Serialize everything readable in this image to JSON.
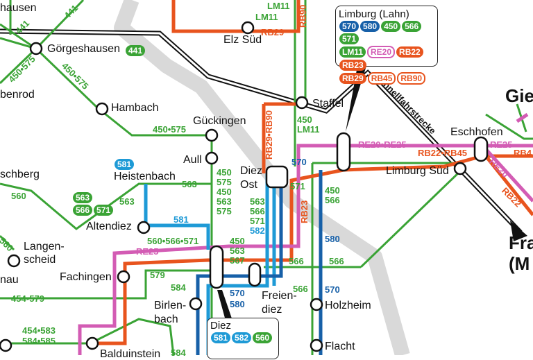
{
  "colors": {
    "regional_bus": "#3aa335",
    "city_bus": "#1e9ad6",
    "dark_bus": "#1760a8",
    "rb": "#e8541e",
    "re": "#d35cb4",
    "highspeed": "#111111",
    "background_corridor": "#d9d9d9"
  },
  "places": {
    "hausen": "hausen",
    "goergeshausen": "Görgeshausen",
    "benrod": "benrod",
    "hambach": "Hambach",
    "guckingen": "Gückingen",
    "aull": "Aull",
    "heistenbach": "Heistenbach",
    "schberg": "schberg",
    "altendiez": "Altendiez",
    "langenscheid_1": "Langen-",
    "langenscheid_2": "scheid",
    "nau": "nau",
    "fachingen": "Fachingen",
    "birlenbach_1": "Birlen-",
    "birlenbach_2": "bach",
    "freiendiez_1": "Freien-",
    "freiendiez_2": "diez",
    "holzheim": "Holzheim",
    "flacht": "Flacht",
    "balduinstein": "Balduinstein",
    "elz_sued": "Elz Süd",
    "staffel": "Staffel",
    "diez_ost_1": "Diez",
    "diez_ost_2": "Ost",
    "eschhofen": "Eschhofen",
    "limburg_sued": "Limburg Süd",
    "giessen_partial": "Gie",
    "frankfurt_partial_1": "Fra",
    "frankfurt_partial_2": "(M",
    "schnellfahrstrecke": "Schnellfahrstrecke"
  },
  "route_labels": {
    "r441_a": "441",
    "r441_b": "441",
    "r450_575_a": "450•575",
    "r450_575_b": "450•575",
    "r450_575_c": "450•575",
    "r441_badge": "441",
    "lm11_a": "LM11",
    "lm11_b": "LM11",
    "lm11_c": "LM11",
    "rb90_top": "RB90",
    "rb29_elz": "RB29",
    "rb29_rb90_vert": "RB29•RB90",
    "staffel_450": "450",
    "re20_re25": "RE20•RE25",
    "rb22_rb45": "RB22•RB45",
    "re25_east": "RE25",
    "rb4_east": "RB4",
    "re20_diag": "RE20",
    "rb22_diag": "RB22",
    "r563_heist": "563",
    "r563_left": "563",
    "r581_badge": "581",
    "r581_line": "581",
    "r560_566_571": "560•566•571",
    "r560_left": "560",
    "r560_diag": "560",
    "re25_west": "RE25",
    "r579": "579",
    "r584_a": "584",
    "r584_b": "584",
    "r454_579": "454•579",
    "r454_583": "454•583",
    "r584_585": "584•585",
    "r570_diez": "570",
    "r571_diez": "571",
    "rb23": "RB23",
    "r566_a": "566",
    "r566_b": "566",
    "r566_c": "566",
    "r570_580_fd_1": "570",
    "r570_580_fd_2": "580",
    "r580_right": "580",
    "r570_holz": "570"
  },
  "stacks": {
    "aull_stack": [
      "450",
      "575",
      "450",
      "563",
      "575"
    ],
    "diez_ost_stack": [
      "563",
      "566",
      "571",
      "582"
    ],
    "staffel_stack": [
      "450",
      "LM11"
    ],
    "diez_right_stack": [
      "450",
      "566"
    ],
    "diez_sw_stack": [
      "450",
      "563",
      "567"
    ],
    "altendiez_stack": [
      "563",
      "566",
      "571"
    ]
  },
  "limburg_box": {
    "title": "Limburg (Lahn)",
    "badges": [
      {
        "text": "570",
        "style": "db"
      },
      {
        "text": "580",
        "style": "db"
      },
      {
        "text": "450",
        "style": "g"
      },
      {
        "text": "566",
        "style": "g"
      },
      {
        "text": "571",
        "style": "g"
      },
      {
        "text": "LM11",
        "style": "g"
      },
      {
        "text": "RE20",
        "style": "pk"
      },
      {
        "text": "RB22",
        "style": "o"
      },
      {
        "text": "RB23",
        "style": "o"
      },
      {
        "text": "RB29",
        "style": "o"
      },
      {
        "text": "RB45",
        "style": "or"
      },
      {
        "text": "RB90",
        "style": "or"
      }
    ]
  },
  "diez_box": {
    "title": "Diez",
    "badges": [
      {
        "text": "581",
        "style": "b"
      },
      {
        "text": "582",
        "style": "b"
      },
      {
        "text": "560",
        "style": "g"
      }
    ]
  }
}
